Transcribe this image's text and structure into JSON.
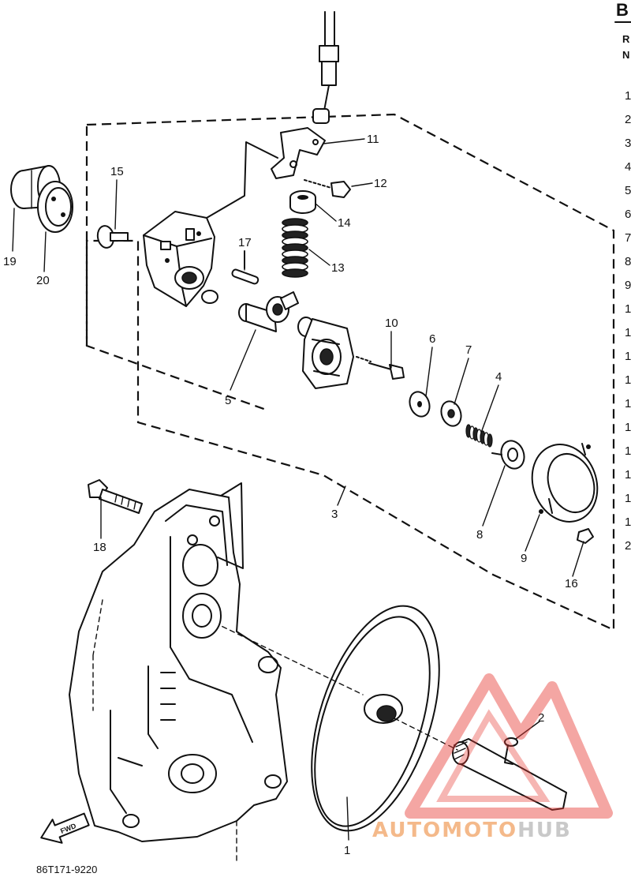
{
  "header": {
    "letter": "B",
    "line1": "R",
    "line2": "N"
  },
  "index_column": [
    "1",
    "2",
    "3",
    "4",
    "5",
    "6",
    "7",
    "8",
    "9",
    "1",
    "1",
    "1",
    "1",
    "1",
    "1",
    "1",
    "1",
    "1",
    "1",
    "2"
  ],
  "callouts": [
    "1",
    "2",
    "3",
    "4",
    "5",
    "6",
    "7",
    "8",
    "9",
    "10",
    "11",
    "12",
    "13",
    "14",
    "15",
    "16",
    "17",
    "18",
    "19",
    "20"
  ],
  "diagram_code": "86T171-9220",
  "fwd_label": "FWD",
  "watermark": {
    "part1": "AUTOMOTO",
    "part2": "HUB",
    "color_main": "#f4b98a",
    "color_secondary": "#c9c9c9",
    "logo_color": "#e8403a"
  }
}
